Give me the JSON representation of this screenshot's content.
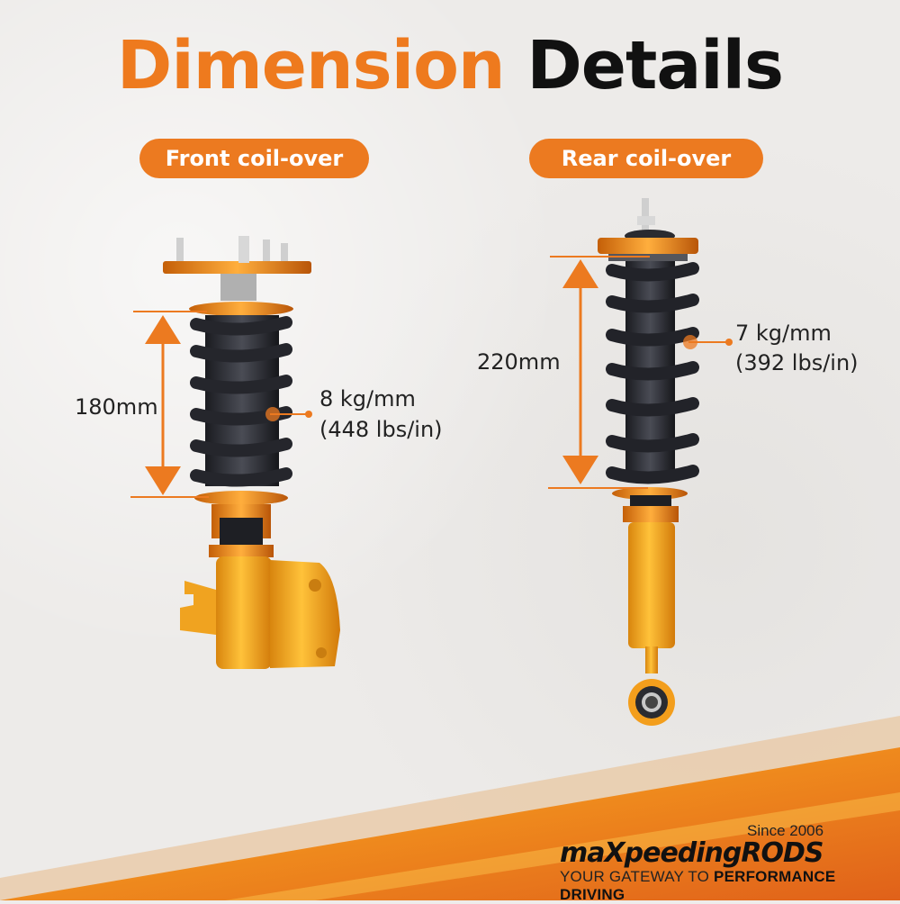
{
  "title": {
    "part1": "Dimension",
    "part2": "Details"
  },
  "colors": {
    "accent": "#ec7a20",
    "dark": "#111111",
    "background": "#edebe9",
    "gold": "#f4a81c"
  },
  "front": {
    "label": "Front coil-over",
    "length": "180mm",
    "spring_rate_metric": "8 kg/mm",
    "spring_rate_imperial": "(448 lbs/in)"
  },
  "rear": {
    "label": "Rear coil-over",
    "length": "220mm",
    "spring_rate_metric": "7 kg/mm",
    "spring_rate_imperial": "(392 lbs/in)"
  },
  "brand": {
    "since": "Since 2006",
    "logo": "maXpeedingRODS",
    "tagline_light": "YOUR GATEWAY TO ",
    "tagline_bold": "PERFORMANCE DRIVING"
  }
}
